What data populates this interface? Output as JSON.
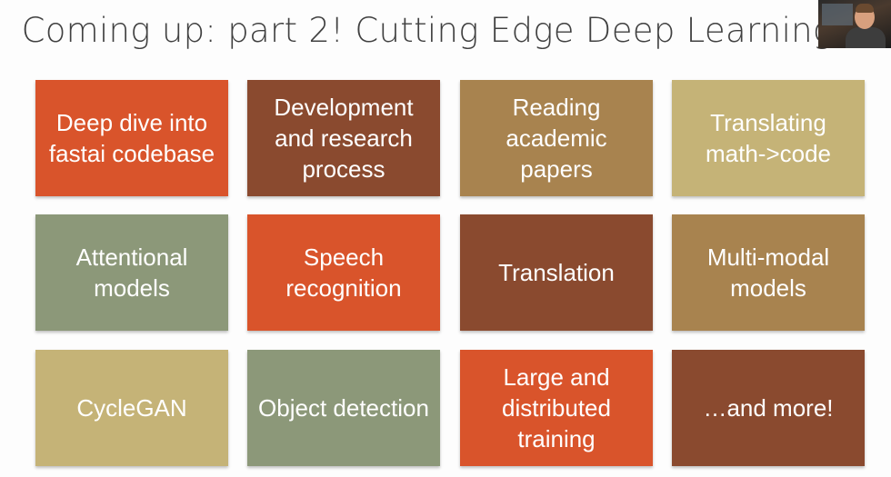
{
  "slide": {
    "title": "Coming up: part 2! Cutting Edge Deep Learning",
    "tiles": [
      {
        "label": "Deep dive into fastai codebase",
        "color": "#d9542b"
      },
      {
        "label": "Development and research process",
        "color": "#8a4a2f"
      },
      {
        "label": "Reading academic papers",
        "color": "#a8834f"
      },
      {
        "label": "Translating math->code",
        "color": "#c5b377"
      },
      {
        "label": "Attentional models",
        "color": "#8c9879"
      },
      {
        "label": "Speech recognition",
        "color": "#d9542b"
      },
      {
        "label": "Translation",
        "color": "#8a4a2f"
      },
      {
        "label": "Multi-modal models",
        "color": "#a8834f"
      },
      {
        "label": "CycleGAN",
        "color": "#c5b377"
      },
      {
        "label": "Object detection",
        "color": "#8c9879"
      },
      {
        "label": "Large and distributed training",
        "color": "#d9542b"
      },
      {
        "label": "…and more!",
        "color": "#8a4a2f"
      }
    ]
  },
  "webcam": {
    "icon": "presenter-video-icon"
  }
}
